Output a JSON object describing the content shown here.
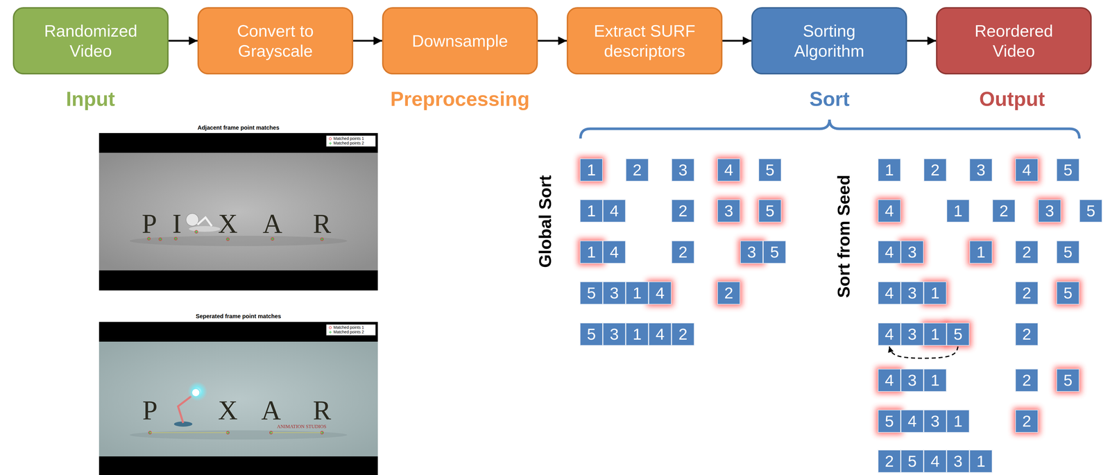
{
  "diagram": {
    "nodes": [
      {
        "text": [
          "Randomized Video"
        ]
      },
      {
        "text": [
          "Convert to Grayscale"
        ]
      },
      {
        "text": [
          "Downsample"
        ]
      },
      {
        "text": [
          "Extract SURF descriptors"
        ]
      },
      {
        "text": [
          "Sorting Algorithm"
        ]
      },
      {
        "text": [
          "Reordered Video"
        ]
      },
      {
        "text": [
          "1"
        ]
      },
      {
        "text": [
          "2"
        ]
      },
      {
        "text": [
          "3"
        ]
      },
      {
        "text": [
          "4"
        ]
      },
      {
        "text": [
          "5"
        ]
      },
      {
        "text": [
          "1"
        ]
      },
      {
        "text": [
          "4"
        ]
      },
      {
        "text": [
          "2"
        ]
      },
      {
        "text": [
          "3"
        ]
      },
      {
        "text": [
          "5"
        ]
      },
      {
        "text": [
          "1"
        ]
      },
      {
        "text": [
          "4"
        ]
      },
      {
        "text": [
          "2"
        ]
      },
      {
        "text": [
          "3"
        ]
      },
      {
        "text": [
          "5"
        ]
      },
      {
        "text": [
          "5"
        ]
      },
      {
        "text": [
          "3"
        ]
      },
      {
        "text": [
          "1"
        ]
      },
      {
        "text": [
          "4"
        ]
      },
      {
        "text": [
          "2"
        ]
      },
      {
        "text": [
          "5"
        ]
      },
      {
        "text": [
          "3"
        ]
      },
      {
        "text": [
          "1"
        ]
      },
      {
        "text": [
          "4"
        ]
      },
      {
        "text": [
          "2"
        ]
      },
      {
        "text": [
          "1"
        ]
      },
      {
        "text": [
          "2"
        ]
      },
      {
        "text": [
          "3"
        ]
      },
      {
        "text": [
          "4"
        ]
      },
      {
        "text": [
          "5"
        ]
      },
      {
        "text": [
          "4"
        ]
      },
      {
        "text": [
          "1"
        ]
      },
      {
        "text": [
          "2"
        ]
      },
      {
        "text": [
          "3"
        ]
      },
      {
        "text": [
          "5"
        ]
      },
      {
        "text": [
          "4"
        ]
      },
      {
        "text": [
          "3"
        ]
      },
      {
        "text": [
          "1"
        ]
      },
      {
        "text": [
          "2"
        ]
      },
      {
        "text": [
          "5"
        ]
      },
      {
        "text": [
          "4"
        ]
      },
      {
        "text": [
          "3"
        ]
      },
      {
        "text": [
          "1"
        ]
      },
      {
        "text": [
          "2"
        ]
      },
      {
        "text": [
          "5"
        ]
      },
      {
        "text": [
          "4"
        ]
      },
      {
        "text": [
          "3"
        ]
      },
      {
        "text": [
          "1"
        ]
      },
      {
        "text": [
          "5"
        ]
      },
      {
        "text": [
          "2"
        ]
      },
      {
        "text": [
          "4"
        ]
      },
      {
        "text": [
          "3"
        ]
      },
      {
        "text": [
          "1"
        ]
      },
      {
        "text": [
          "2"
        ]
      },
      {
        "text": [
          "5"
        ]
      },
      {
        "text": [
          "5"
        ]
      },
      {
        "text": [
          "4"
        ]
      },
      {
        "text": [
          "3"
        ]
      },
      {
        "text": [
          "1"
        ]
      },
      {
        "text": [
          "2"
        ]
      },
      {
        "text": [
          "2"
        ]
      },
      {
        "text": [
          "5"
        ]
      },
      {
        "text": [
          "4"
        ]
      },
      {
        "text": [
          "3"
        ]
      },
      {
        "text": [
          "1"
        ]
      }
    ],
    "edges": [
      {
        "from": 0,
        "to": 1,
        "arrow": "to"
      },
      {
        "from": 1,
        "to": 2,
        "arrow": "to"
      },
      {
        "from": 2,
        "to": 3,
        "arrow": "to"
      },
      {
        "from": 3,
        "to": 4,
        "arrow": "to"
      },
      {
        "from": 4,
        "to": 5,
        "arrow": "to"
      },
      {
        "from": 54,
        "to": 51,
        "arrow": "to"
      }
    ],
    "labels": [
      "Input",
      "Preprocessing",
      "Sort",
      "Output",
      "Adjacent frame point matches",
      "Seperated frame point matches",
      "P",
      "I",
      "X",
      "A",
      "R",
      "P",
      "X",
      "A",
      "R",
      "ANIMATION STUDIOS",
      "Global Sort",
      "Sort from Seed"
    ],
    "legend": [
      {
        "text": "Matched points 1"
      },
      {
        "text": "Matched points 2"
      },
      {
        "text": "Matched points 1"
      },
      {
        "text": "Matched points 2"
      }
    ]
  }
}
